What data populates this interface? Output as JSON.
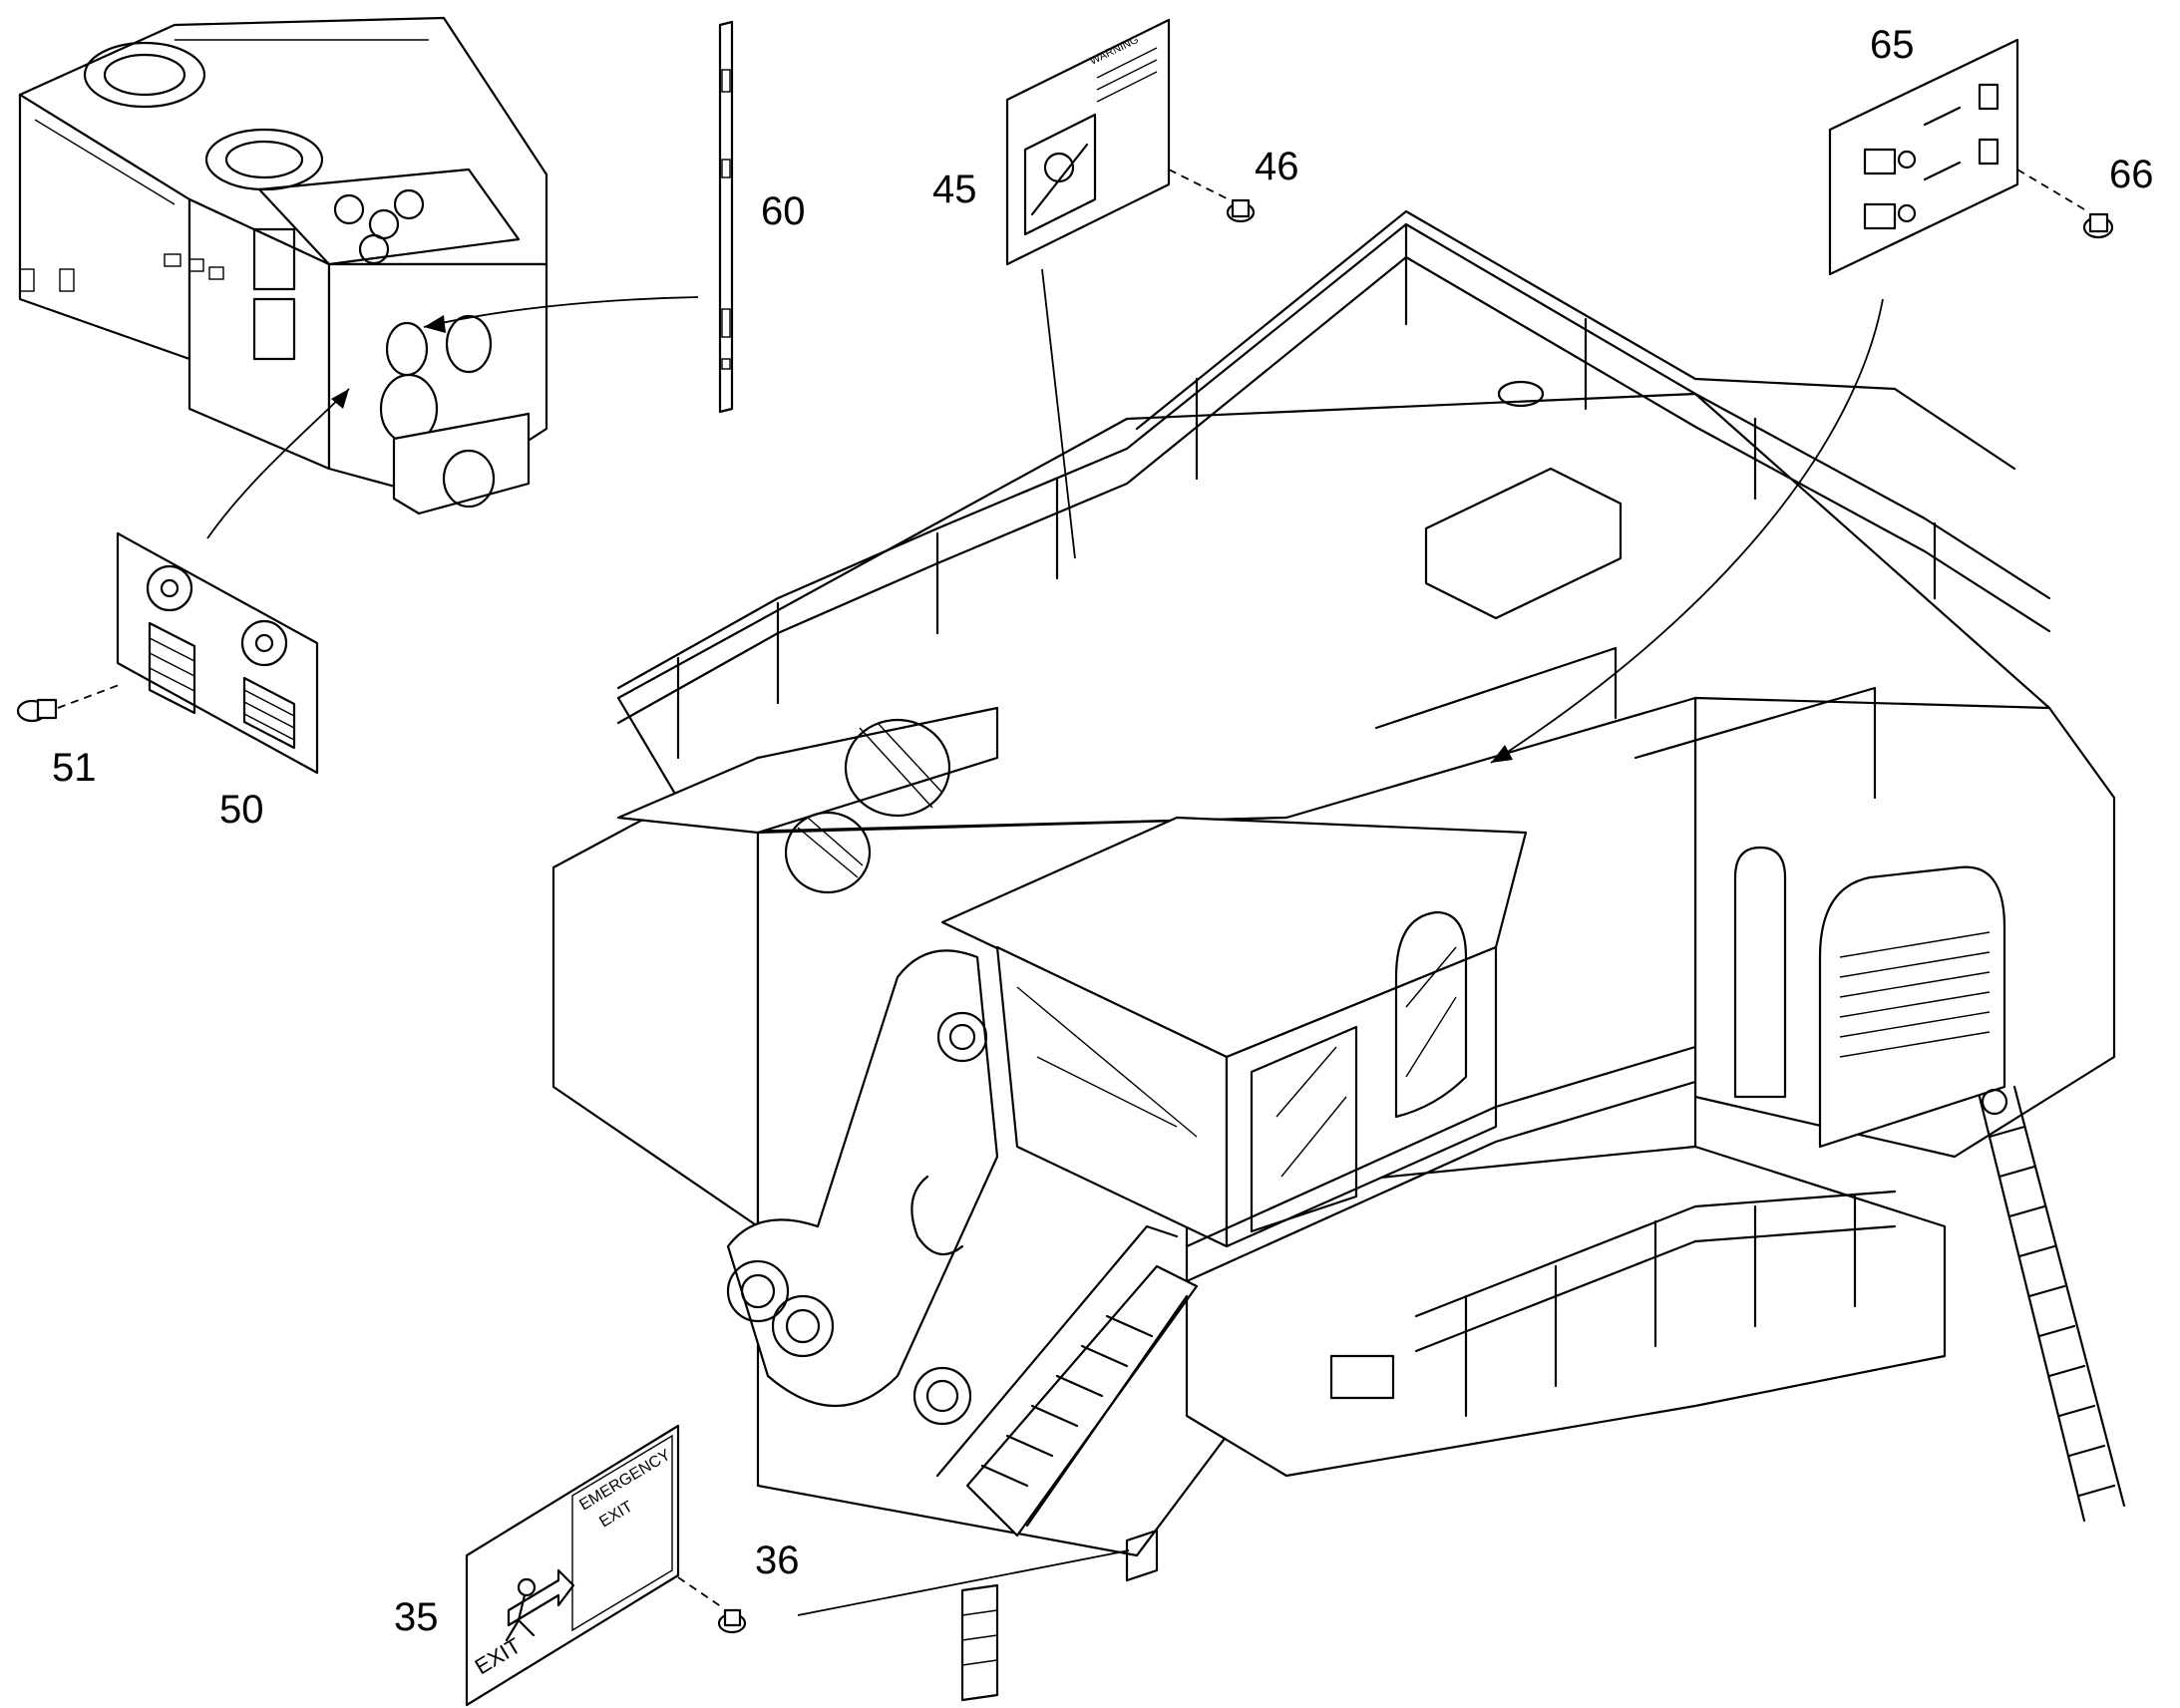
{
  "callouts": [
    {
      "id": "c35",
      "label": "35"
    },
    {
      "id": "c36",
      "label": "36"
    },
    {
      "id": "c45",
      "label": "45"
    },
    {
      "id": "c46",
      "label": "46"
    },
    {
      "id": "c50",
      "label": "50"
    },
    {
      "id": "c51",
      "label": "51"
    },
    {
      "id": "c60",
      "label": "60"
    },
    {
      "id": "c65",
      "label": "65"
    },
    {
      "id": "c66",
      "label": "66"
    }
  ],
  "decals": {
    "emergency_exit": {
      "line1": "EMERGENCY",
      "line2": "EXIT",
      "exit_word": "EXIT"
    },
    "warning": {
      "header": "WARNING"
    }
  }
}
